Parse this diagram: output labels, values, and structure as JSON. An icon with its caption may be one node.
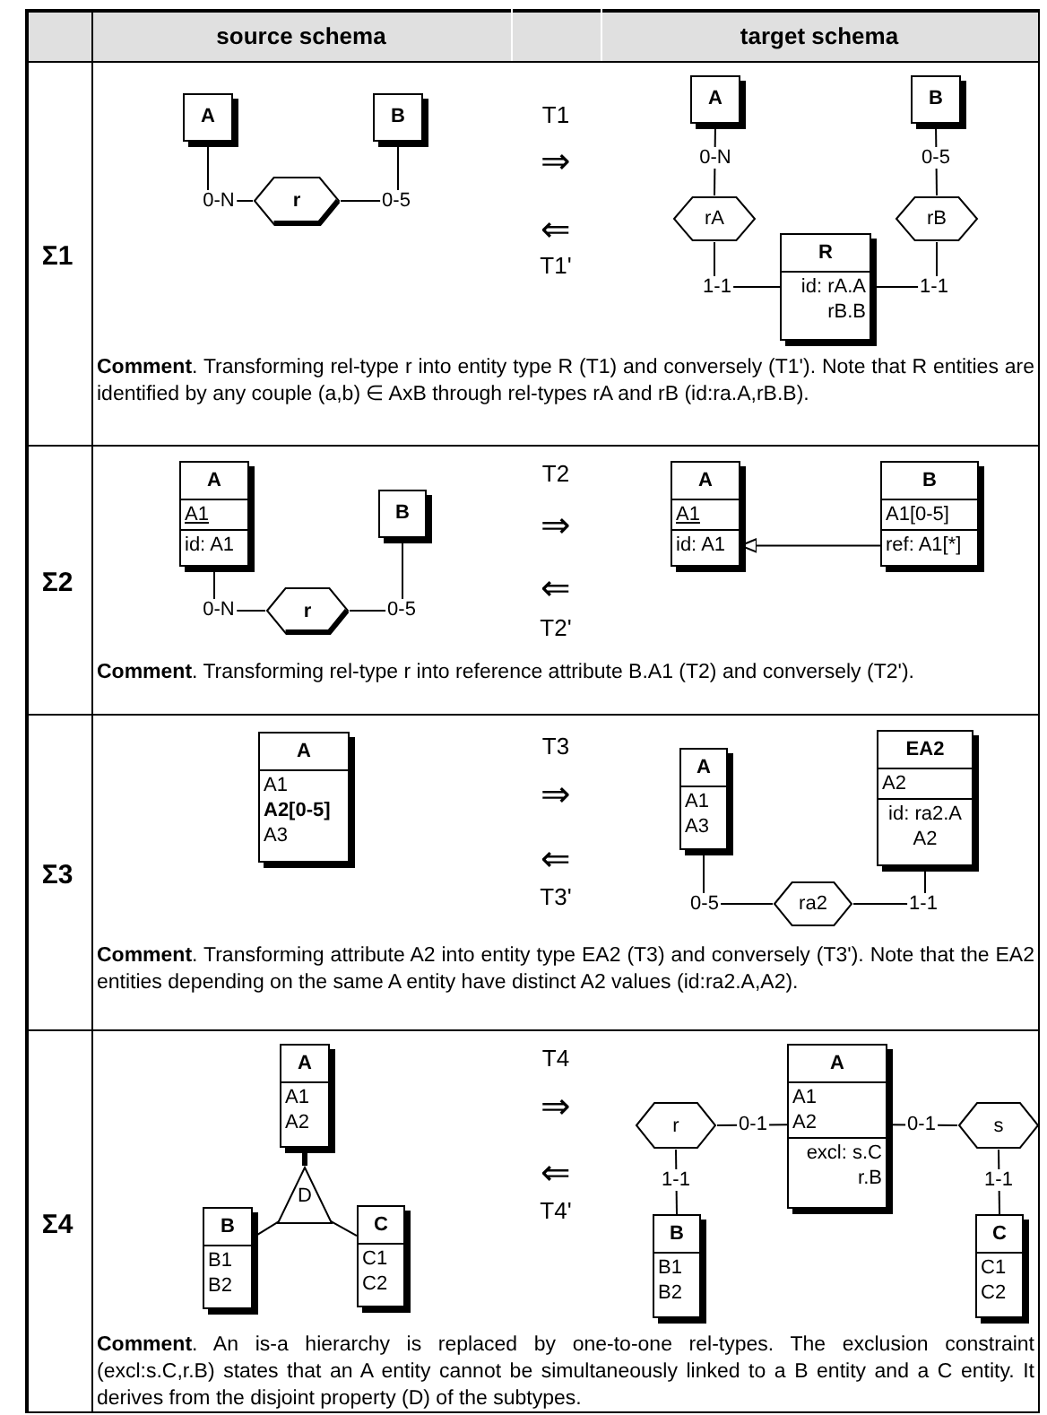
{
  "diagram": {
    "nodes": [
      {
        "text": [
          "A"
        ]
      },
      {
        "text": [
          "B"
        ]
      },
      {
        "text": [
          "r"
        ]
      },
      {
        "text": [
          "A"
        ]
      },
      {
        "text": [
          "B"
        ]
      },
      {
        "text": [
          "rA"
        ]
      },
      {
        "text": [
          "rB"
        ]
      },
      {
        "text": [
          "R",
          "id: rA.A rB.B"
        ]
      },
      {
        "text": [
          "A",
          "A1",
          "id: A1"
        ]
      },
      {
        "text": [
          "B"
        ]
      },
      {
        "text": [
          "r"
        ]
      },
      {
        "text": [
          "A",
          "A1",
          "id: A1"
        ]
      },
      {
        "text": [
          "B",
          "A1[0-5]",
          "ref: A1[*]"
        ]
      },
      {
        "text": [
          "A",
          "A1",
          "A2[0-5]",
          "A3"
        ]
      },
      {
        "text": [
          "A",
          "A1",
          "A3"
        ]
      },
      {
        "text": [
          "EA2",
          "A2",
          "id: ra2.A A2"
        ]
      },
      {
        "text": [
          "ra2"
        ]
      },
      {
        "text": [
          "A",
          "A1",
          "A2"
        ]
      },
      {
        "text": [
          "D"
        ]
      },
      {
        "text": [
          "B",
          "B1",
          "B2"
        ]
      },
      {
        "text": [
          "C",
          "C1",
          "C2"
        ]
      },
      {
        "text": [
          "r"
        ]
      },
      {
        "text": [
          "A",
          "A1",
          "A2",
          "excl: s.C r.B"
        ]
      },
      {
        "text": [
          "s"
        ]
      },
      {
        "text": [
          "B",
          "B1",
          "B2"
        ]
      },
      {
        "text": [
          "C",
          "C1",
          "C2"
        ]
      }
    ],
    "edges": [
      {
        "from": 0,
        "to": 2,
        "arrow": "none",
        "label": "0-N"
      },
      {
        "from": 2,
        "to": 1,
        "arrow": "none",
        "label": "0-5"
      },
      {
        "from": 3,
        "to": 5,
        "arrow": "none",
        "label": "0-N"
      },
      {
        "from": 5,
        "to": 7,
        "arrow": "none",
        "label": "1-1"
      },
      {
        "from": 4,
        "to": 6,
        "arrow": "none",
        "label": "0-5"
      },
      {
        "from": 6,
        "to": 7,
        "arrow": "none",
        "label": "1-1"
      },
      {
        "from": 8,
        "to": 10,
        "arrow": "none",
        "label": "0-N"
      },
      {
        "from": 10,
        "to": 9,
        "arrow": "none",
        "label": "0-5"
      },
      {
        "from": 12,
        "to": 11,
        "arrow": "to"
      },
      {
        "from": 14,
        "to": 16,
        "arrow": "none",
        "label": "0-5"
      },
      {
        "from": 16,
        "to": 15,
        "arrow": "none",
        "label": "1-1"
      },
      {
        "from": 17,
        "to": 18,
        "arrow": "none",
        "style": "thick"
      },
      {
        "from": 18,
        "to": 19,
        "arrow": "none"
      },
      {
        "from": 18,
        "to": 20,
        "arrow": "none"
      },
      {
        "from": 21,
        "to": 22,
        "arrow": "none",
        "label": "0-1"
      },
      {
        "from": 22,
        "to": 23,
        "arrow": "none",
        "label": "0-1"
      },
      {
        "from": 21,
        "to": 24,
        "arrow": "none",
        "label": "1-1"
      },
      {
        "from": 23,
        "to": 25,
        "arrow": "none",
        "label": "1-1"
      }
    ],
    "labels": [
      "source schema",
      "target schema",
      "Σ1",
      "T1",
      "⇒",
      "⇐",
      "T1'",
      "**Comment**. Transforming rel-type r into entity type R (T1) and conversely (T1'). Note that R entities are identified by any couple (a,b) ∈ AxB through rel-types rA and rB (id:ra.A,rB.B).",
      "Σ2",
      "T2",
      "⇒",
      "⇐",
      "T2'",
      "**Comment**. Transforming rel-type r into reference attribute B.A1 (T2) and conversely (T2').",
      "Σ3",
      "T3",
      "⇒",
      "⇐",
      "T3'",
      "**Comment**. Transforming attribute A2 into entity type EA2 (T3) and conversely (T3'). Note that the EA2 entities depending on the same A entity have distinct A2 values (id:ra2.A,A2).",
      "Σ4",
      "T4",
      "⇒",
      "⇐",
      "T4'",
      "**Comment**. An is-a hierarchy is replaced by one-to-one rel-types. The exclusion constraint (excl:s.C,r.B) states that an A entity cannot be simultaneously linked to a B entity and a C entity. It derives from the disjoint property (D) of the subtypes."
    ]
  }
}
